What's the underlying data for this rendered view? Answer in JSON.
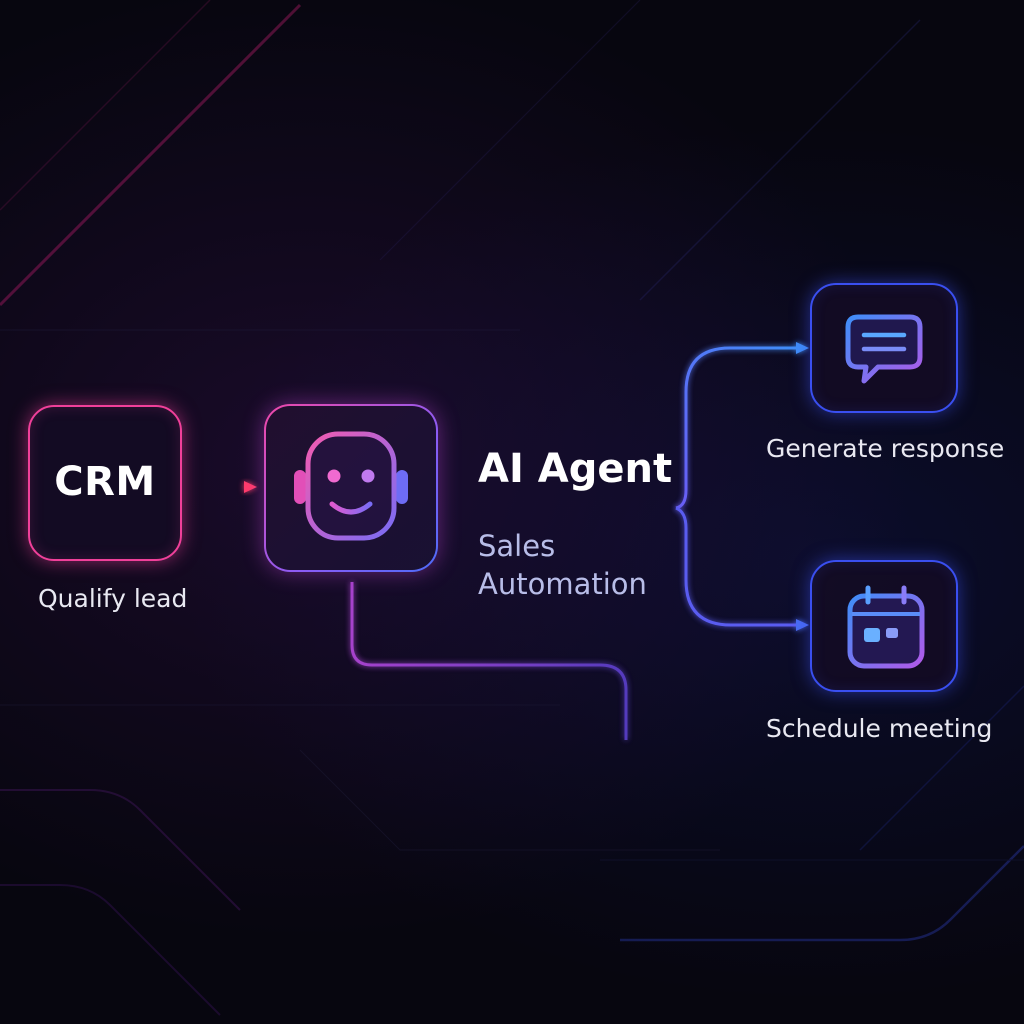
{
  "nodes": {
    "crm": {
      "label": "CRM",
      "caption": "Qualify lead"
    },
    "agent": {
      "title": "AI Agent",
      "subtitle": "Sales\nAutomation"
    },
    "response": {
      "caption": "Generate response",
      "icon": "chat-bubble-icon"
    },
    "meeting": {
      "caption": "Schedule meeting",
      "icon": "calendar-icon"
    }
  },
  "colors": {
    "background": "#07060f",
    "pink": "#f0409a",
    "purple": "#8a5cf5",
    "blue": "#3a4ff0"
  }
}
